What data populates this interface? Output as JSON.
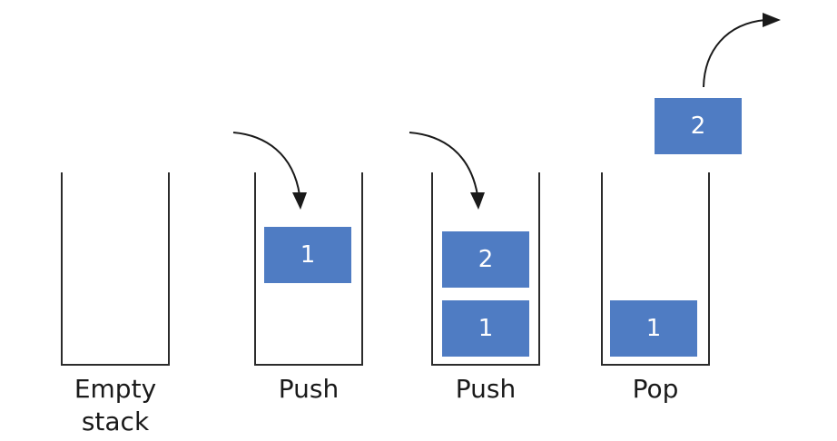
{
  "colors": {
    "block": "#4f7cc3",
    "block_text": "#ffffff",
    "outline": "#2b2b2b",
    "text": "#1a1a1a",
    "background": "#ffffff"
  },
  "stages": [
    {
      "caption_lines": [
        "Empty",
        "stack"
      ],
      "arrow": "none",
      "stack_blocks": [],
      "floating_block": ""
    },
    {
      "caption_lines": [
        "Push"
      ],
      "arrow": "in",
      "stack_blocks": [],
      "floating_block": "1"
    },
    {
      "caption_lines": [
        "Push"
      ],
      "arrow": "in",
      "stack_blocks": [
        "1",
        "2"
      ],
      "floating_block": ""
    },
    {
      "caption_lines": [
        "Pop"
      ],
      "arrow": "out",
      "stack_blocks": [
        "1"
      ],
      "floating_block": "2"
    }
  ]
}
